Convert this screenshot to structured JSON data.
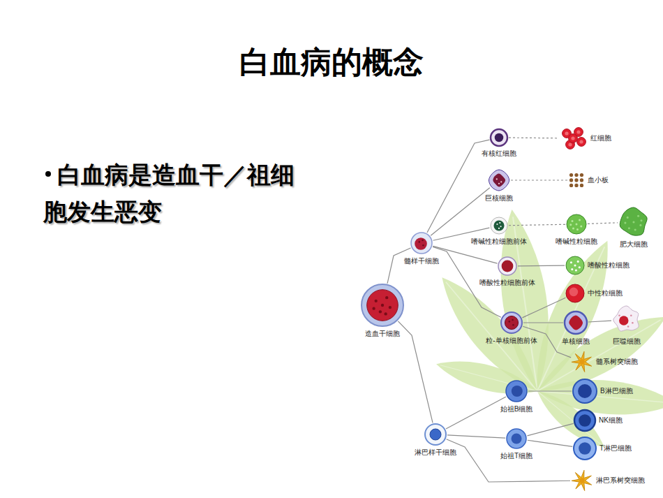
{
  "diagram": {
    "title": "白血病的概念",
    "nodes": [
      {
        "text": [
          "有核红细胞"
        ]
      },
      {
        "text": [
          "红细胞"
        ]
      },
      {
        "text": [
          "巨核细胞"
        ]
      },
      {
        "text": [
          "血小板"
        ]
      },
      {
        "text": [
          "嗜碱性粒细胞前体"
        ]
      },
      {
        "text": [
          "嗜碱性粒细胞"
        ]
      },
      {
        "text": [
          "肥大细胞"
        ]
      },
      {
        "text": [
          "髓样干细胞"
        ]
      },
      {
        "text": [
          "嗜酸性粒细胞前体"
        ]
      },
      {
        "text": [
          "嗜酸性粒细胞"
        ]
      },
      {
        "text": [
          "中性粒细胞"
        ]
      },
      {
        "text": [
          "造血干细胞"
        ]
      },
      {
        "text": [
          "粒-单核细胞前体"
        ]
      },
      {
        "text": [
          "单核细胞"
        ]
      },
      {
        "text": [
          "巨噬细胞"
        ]
      },
      {
        "text": [
          "髓系树突细胞"
        ]
      },
      {
        "text": [
          "B淋巴细胞"
        ]
      },
      {
        "text": [
          "始祖B细胞"
        ]
      },
      {
        "text": [
          "NK细胞"
        ]
      },
      {
        "text": [
          "淋巴样干细胞"
        ]
      },
      {
        "text": [
          "始祖T细胞"
        ]
      },
      {
        "text": [
          "T淋巴细胞"
        ]
      },
      {
        "text": [
          "淋巴系树突细胞"
        ]
      }
    ],
    "edges": [
      {
        "from": 11,
        "to": 7,
        "arrow": "none"
      },
      {
        "from": 11,
        "to": 19,
        "arrow": "none"
      },
      {
        "from": 7,
        "to": 0,
        "arrow": "none"
      },
      {
        "from": 7,
        "to": 2,
        "arrow": "none"
      },
      {
        "from": 7,
        "to": 4,
        "arrow": "none"
      },
      {
        "from": 7,
        "to": 8,
        "arrow": "none"
      },
      {
        "from": 7,
        "to": 12,
        "arrow": "none"
      },
      {
        "from": 0,
        "to": 1,
        "arrow": "none"
      },
      {
        "from": 2,
        "to": 3,
        "arrow": "none"
      },
      {
        "from": 4,
        "to": 5,
        "arrow": "none"
      },
      {
        "from": 5,
        "to": 6,
        "arrow": "none"
      },
      {
        "from": 8,
        "to": 9,
        "arrow": "none"
      },
      {
        "from": 12,
        "to": 10,
        "arrow": "none"
      },
      {
        "from": 12,
        "to": 13,
        "arrow": "none"
      },
      {
        "from": 13,
        "to": 14,
        "arrow": "none"
      },
      {
        "from": 12,
        "to": 15,
        "arrow": "none"
      },
      {
        "from": 19,
        "to": 17,
        "arrow": "none"
      },
      {
        "from": 19,
        "to": 20,
        "arrow": "none"
      },
      {
        "from": 19,
        "to": 22,
        "arrow": "none"
      },
      {
        "from": 17,
        "to": 16,
        "arrow": "none"
      },
      {
        "from": 20,
        "to": 18,
        "arrow": "none"
      },
      {
        "from": 20,
        "to": 21,
        "arrow": "none"
      }
    ],
    "labels": [
      "白血病是造血干／祖细胞发生恶变"
    ]
  }
}
